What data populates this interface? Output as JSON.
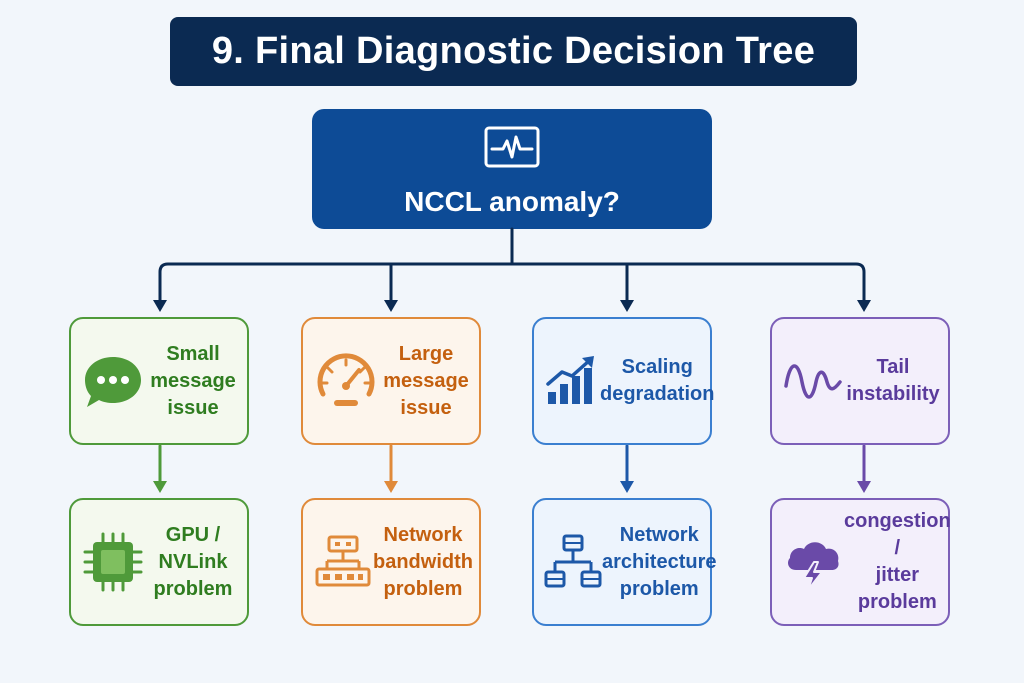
{
  "title": "9. Final Diagnostic Decision Tree",
  "root": {
    "label": "NCCL anomaly?",
    "icon": "heartbeat-monitor-icon"
  },
  "colors": {
    "title_bg": "#0b2a52",
    "root_bg": "#0d4b96",
    "connector": "#0b2a52",
    "green": "#4f9a3a",
    "orange": "#e08a3a",
    "blue": "#3b7fd0",
    "purple": "#7c5fb8"
  },
  "branches": [
    {
      "color": "green",
      "symptom": {
        "label": "Small\nmessage\nissue",
        "icon": "chat-bubble-icon"
      },
      "cause": {
        "label": "GPU /\nNVLink\nproblem",
        "icon": "chip-icon"
      }
    },
    {
      "color": "orange",
      "symptom": {
        "label": "Large\nmessage\nissue",
        "icon": "gauge-icon"
      },
      "cause": {
        "label": "Network\nbandwidth\nproblem",
        "icon": "network-switch-icon"
      }
    },
    {
      "color": "blue",
      "symptom": {
        "label": "Scaling\ndegradation",
        "icon": "growth-chart-icon"
      },
      "cause": {
        "label": "Network\narchitecture\nproblem",
        "icon": "hierarchy-icon"
      }
    },
    {
      "color": "purple",
      "symptom": {
        "label": "Tail\ninstability",
        "icon": "wave-icon"
      },
      "cause": {
        "label": "congestion /\njitter\nproblem",
        "icon": "storm-cloud-icon"
      }
    }
  ]
}
